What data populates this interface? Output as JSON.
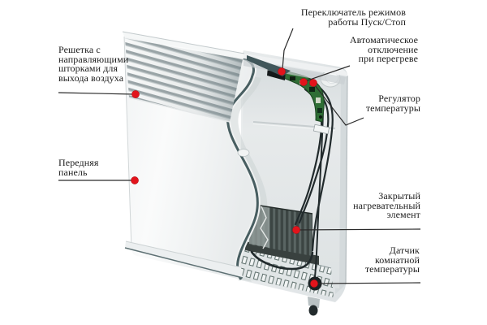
{
  "diagram": {
    "subject": "electric convector heater cutaway",
    "language": "ru"
  },
  "labels": {
    "switch": {
      "lines": [
        "Переключатель режимов",
        "работы Пуск/Стоп"
      ]
    },
    "auto_off": {
      "lines": [
        "Автоматическое",
        "отключение",
        "при перегреве"
      ]
    },
    "regulator": {
      "lines": [
        "Регулятор",
        "температуры"
      ]
    },
    "grille": {
      "lines": [
        "Решетка с",
        "направляющими",
        "шторками для",
        "выхода воздуха"
      ]
    },
    "front_panel": {
      "lines": [
        "Передняя",
        "панель"
      ]
    },
    "heating_element": {
      "lines": [
        "Закрытый",
        "нагревательный",
        "элемент"
      ]
    },
    "room_sensor": {
      "lines": [
        "Датчик",
        "комнатной",
        "температуры"
      ]
    }
  },
  "colors": {
    "marker": "#e2141c",
    "marker_edge": "#a50f14",
    "leader": "#2b2b2b",
    "pcb": "#2f6e35",
    "text": "#1c1c1c"
  }
}
